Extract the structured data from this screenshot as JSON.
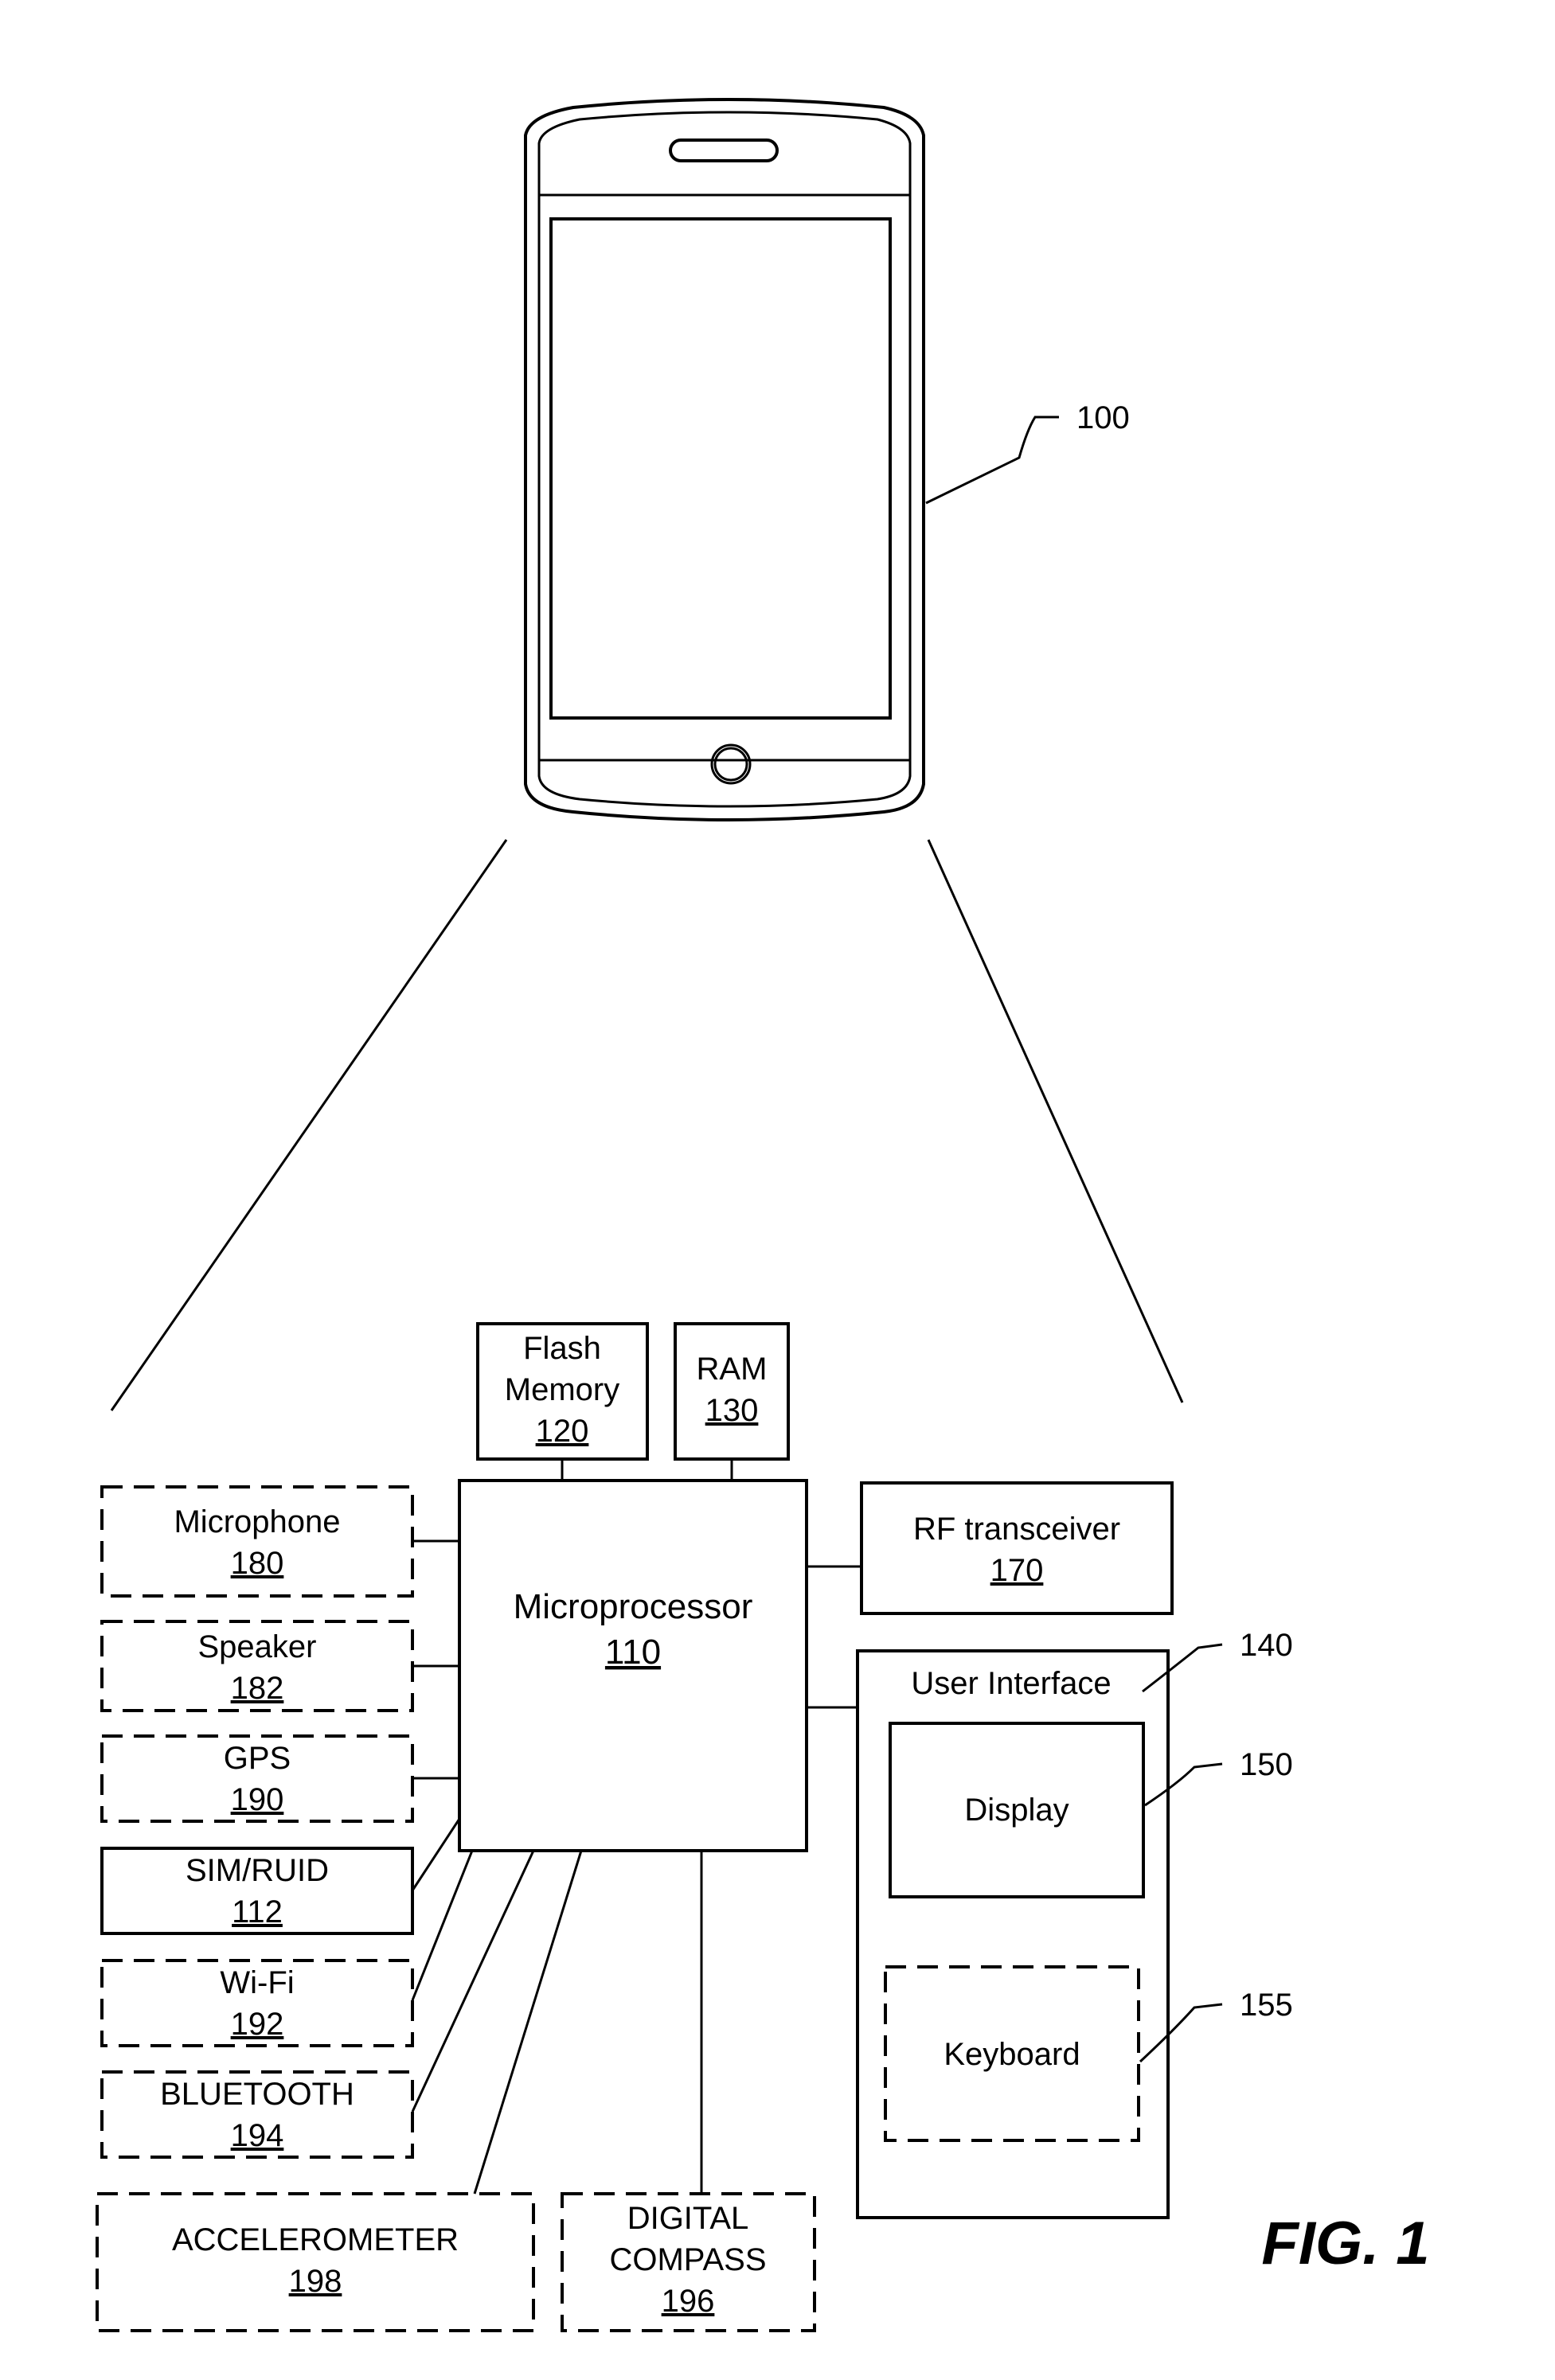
{
  "figure": {
    "label": "FIG. 1"
  },
  "device": {
    "ref": "100"
  },
  "blocks": {
    "flash": {
      "line1": "Flash",
      "line2": "Memory",
      "ref": "120"
    },
    "ram": {
      "name": "RAM",
      "ref": "130"
    },
    "microprocessor": {
      "name": "Microprocessor",
      "ref": "110"
    },
    "rf": {
      "name": "RF transceiver",
      "ref": "170"
    },
    "microphone": {
      "name": "Microphone",
      "ref": "180"
    },
    "speaker": {
      "name": "Speaker",
      "ref": "182"
    },
    "gps": {
      "name": "GPS",
      "ref": "190"
    },
    "sim": {
      "name": "SIM/RUID",
      "ref": "112"
    },
    "wifi": {
      "name": "Wi-Fi",
      "ref": "192"
    },
    "bluetooth": {
      "name": "BLUETOOTH",
      "ref": "194"
    },
    "accelerometer": {
      "name": "ACCELEROMETER",
      "ref": "198"
    },
    "compass": {
      "line1": "DIGITAL",
      "line2": "COMPASS",
      "ref": "196"
    },
    "ui": {
      "name": "User Interface",
      "ref": "140"
    },
    "display": {
      "name": "Display",
      "ref": "150"
    },
    "keyboard": {
      "name": "Keyboard",
      "ref": "155"
    }
  }
}
